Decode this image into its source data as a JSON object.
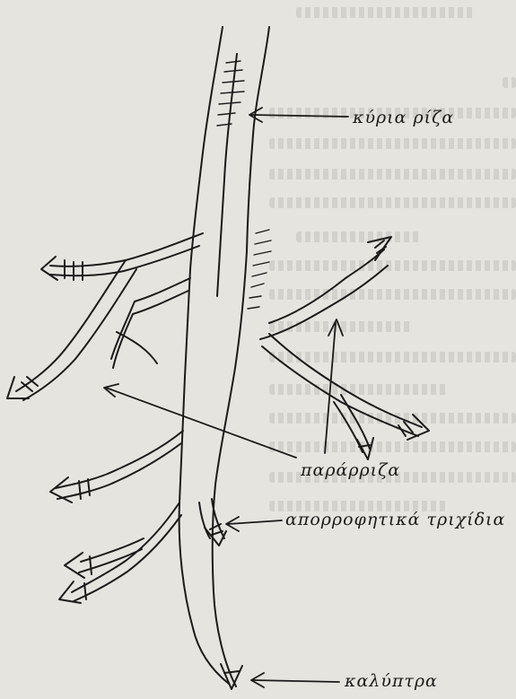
{
  "header_fragment": "",
  "labels": {
    "main_root": "κύρια ρίζα",
    "adventitious_roots": "παράρριζα",
    "root_hairs": "απορροφητικά τριχίδια",
    "root_cap": "καλύπτρα"
  },
  "colors": {
    "paper": "#e6e4de",
    "ink": "#1a1a1a"
  }
}
